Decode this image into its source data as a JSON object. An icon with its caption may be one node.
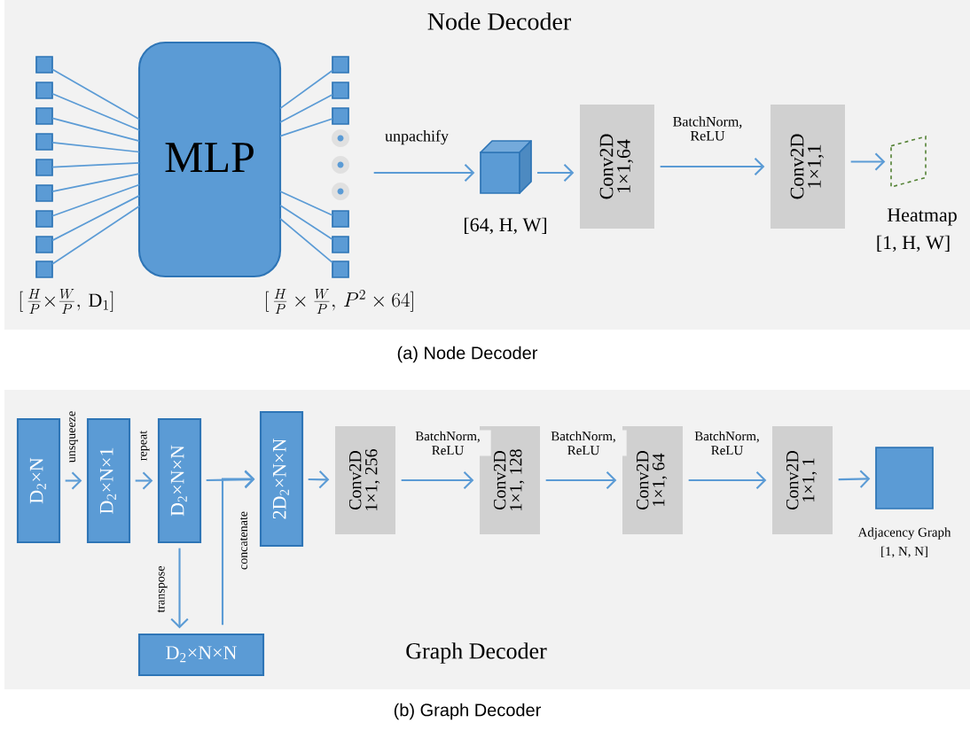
{
  "diagram": {
    "nodes": [
      {
        "text": [
          "Node Decoder"
        ],
        "beside": [
          "(a) Node Decoder"
        ]
      },
      {
        "text": [],
        "shape": "box",
        "in": 0
      },
      {
        "text": [],
        "shape": "box",
        "in": 0
      },
      {
        "text": [],
        "shape": "box",
        "in": 0
      },
      {
        "text": [],
        "shape": "box",
        "in": 0
      },
      {
        "text": [],
        "shape": "box",
        "in": 0
      },
      {
        "text": [],
        "shape": "box",
        "in": 0
      },
      {
        "text": [],
        "shape": "box",
        "in": 0
      },
      {
        "text": [],
        "shape": "box",
        "in": 0
      },
      {
        "text": [],
        "shape": "box",
        "in": 0
      },
      {
        "text": [
          "MLP"
        ],
        "in": 0
      },
      {
        "text": [],
        "shape": "box",
        "in": 0
      },
      {
        "text": [],
        "shape": "box",
        "in": 0
      },
      {
        "text": [],
        "shape": "box",
        "in": 0
      },
      {
        "text": [],
        "shape": "box",
        "in": 0
      },
      {
        "text": [],
        "shape": "box",
        "in": 0
      },
      {
        "text": [],
        "shape": "box",
        "in": 0
      },
      {
        "text": [],
        "shape": "cube",
        "in": 0,
        "beside": [
          "[64, H, W]"
        ]
      },
      {
        "text": [
          "Conv2D",
          "1×1,64"
        ],
        "in": 0
      },
      {
        "text": [
          "Conv2D",
          "1×1,1"
        ],
        "in": 0
      },
      {
        "text": [],
        "shape": "parallelogram",
        "in": 0,
        "beside": [
          "Heatmap",
          "[1, H, W]"
        ]
      },
      {
        "text": [
          "Graph Decoder"
        ],
        "beside": [
          "(b) Graph Decoder"
        ]
      },
      {
        "text": [
          "D$_{2}$×N"
        ],
        "in": 21
      },
      {
        "text": [
          "D$_{2}$×N×1"
        ],
        "in": 21
      },
      {
        "text": [
          "D$_{2}$×N×N"
        ],
        "in": 21
      },
      {
        "text": [
          "2D$_{2}$×N×N"
        ],
        "in": 21
      },
      {
        "text": [
          "D$_{2}$×N×N"
        ],
        "in": 21
      },
      {
        "text": [
          "Conv2D",
          "1×1, 256"
        ],
        "in": 21
      },
      {
        "text": [
          "Conv2D",
          "1×1, 128"
        ],
        "in": 21
      },
      {
        "text": [
          "Conv2D",
          "1×1, 64"
        ],
        "in": 21
      },
      {
        "text": [
          "Conv2D",
          "1×1, 1"
        ],
        "in": 21
      },
      {
        "text": [],
        "shape": "box",
        "in": 21,
        "beside": [
          "Adjacency Graph",
          "[1, N, N]"
        ]
      }
    ],
    "edges": [
      {
        "from": 1,
        "to": 10,
        "arrow": "none"
      },
      {
        "from": 2,
        "to": 10,
        "arrow": "none"
      },
      {
        "from": 3,
        "to": 10,
        "arrow": "none"
      },
      {
        "from": 4,
        "to": 10,
        "arrow": "none"
      },
      {
        "from": 5,
        "to": 10,
        "arrow": "none"
      },
      {
        "from": 6,
        "to": 10,
        "arrow": "none"
      },
      {
        "from": 7,
        "to": 10,
        "arrow": "none"
      },
      {
        "from": 8,
        "to": 10,
        "arrow": "none"
      },
      {
        "from": 9,
        "to": 10,
        "arrow": "none"
      },
      {
        "from": 10,
        "to": 11,
        "arrow": "none"
      },
      {
        "from": 10,
        "to": 12,
        "arrow": "none"
      },
      {
        "from": 10,
        "to": 13,
        "arrow": "none"
      },
      {
        "from": 10,
        "to": 14,
        "arrow": "none"
      },
      {
        "from": 10,
        "to": 15,
        "arrow": "none"
      },
      {
        "from": 10,
        "to": 16,
        "arrow": "none"
      },
      {
        "from": null,
        "to": 17,
        "arrow": "to",
        "label": "unpachify"
      },
      {
        "from": 17,
        "to": 18,
        "arrow": "to"
      },
      {
        "from": 18,
        "to": 19,
        "arrow": "to",
        "label": "BatchNorm, ReLU"
      },
      {
        "from": 19,
        "to": 20,
        "arrow": "to"
      },
      {
        "from": 22,
        "to": 23,
        "arrow": "to",
        "label": "unsqueeze"
      },
      {
        "from": 23,
        "to": 24,
        "arrow": "to",
        "label": "repeat"
      },
      {
        "from": 24,
        "to": 26,
        "arrow": "to",
        "label": "transpose"
      },
      {
        "from": 24,
        "to": 25,
        "arrow": "to"
      },
      {
        "from": 26,
        "to": 25,
        "arrow": "to",
        "label": "concatenate"
      },
      {
        "from": 25,
        "to": 27,
        "arrow": "to"
      },
      {
        "from": 27,
        "to": 28,
        "arrow": "to",
        "label": "BatchNorm, ReLU"
      },
      {
        "from": 28,
        "to": 29,
        "arrow": "to",
        "label": "BatchNorm, ReLU"
      },
      {
        "from": 29,
        "to": 30,
        "arrow": "to",
        "label": "BatchNorm, ReLU"
      },
      {
        "from": 30,
        "to": 31,
        "arrow": "to"
      }
    ],
    "labels": [
      "[\\,\\frac{H}{P}{\\times}\\frac{W}{P},\\,\\mathrm{D}_1]",
      "[\\,\\frac{H}{P}\\times\\frac{W}{P},\\,P^{2}\\times 64]"
    ]
  }
}
